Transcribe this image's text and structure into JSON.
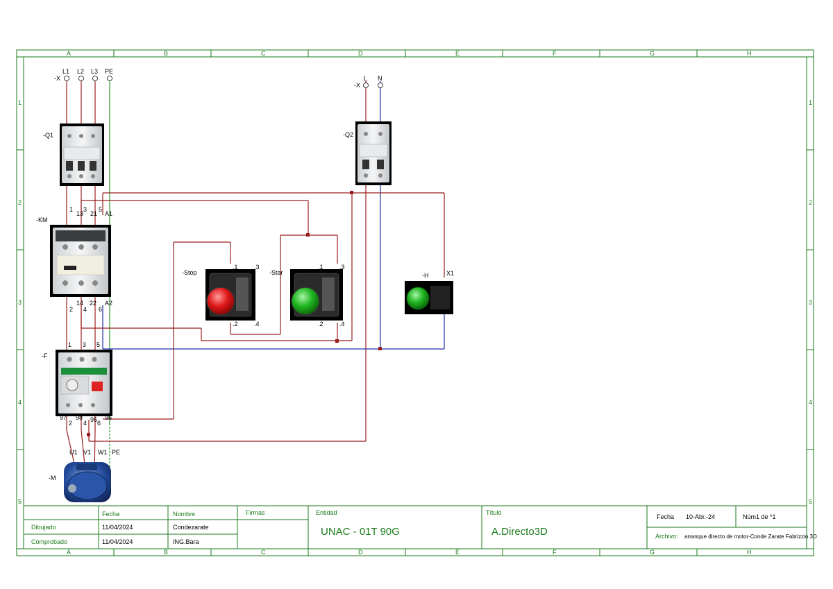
{
  "frame": {
    "columns": [
      "A",
      "B",
      "C",
      "D",
      "E",
      "F",
      "G",
      "H"
    ],
    "rows": [
      "1",
      "2",
      "3",
      "4",
      "5"
    ]
  },
  "terminals_3ph": {
    "tag": "-X",
    "labels": [
      "L1",
      "L2",
      "L3",
      "PE"
    ]
  },
  "terminals_ctrl": {
    "tag": "-X",
    "labels": [
      "L",
      "N"
    ]
  },
  "components": {
    "q1": "-Q1",
    "q2": "-Q2",
    "km": "-KM",
    "f": "-F",
    "m": "-M",
    "stop": "-Stop",
    "start": "-Star",
    "h": "-H",
    "h_terminal": "X1"
  },
  "km_pins_top": [
    "1",
    "13",
    "3",
    "21",
    "5",
    "A1"
  ],
  "km_pins_bottom": [
    "2",
    "14",
    "22",
    "4",
    "6",
    "A2"
  ],
  "f_pins_top": [
    "1",
    "3",
    "5"
  ],
  "f_pins_bottom": [
    "97",
    "98",
    "95",
    "96",
    "2",
    "4",
    "6"
  ],
  "button_pins": {
    "top": [
      ".1",
      ".3"
    ],
    "bottom": [
      ".2",
      ".4"
    ]
  },
  "motor_terminals": [
    "U1",
    "V1",
    "W1",
    "PE"
  ],
  "title_block": {
    "h_fecha": "Fecha",
    "h_nombre": "Nombre",
    "h_firmas": "Firmas",
    "h_entidad": "Entidad",
    "h_titulo": "Título",
    "dibujado": "Dibujado",
    "dibujado_fecha": "11/04/2024",
    "dibujado_nombre": "Condezarate",
    "comprobado": "Comprobado",
    "comprobado_fecha": "11/04/2024",
    "comprobado_nombre": "ING.Bara",
    "entidad": "UNAC - 01T 90G",
    "titulo": "A.Directo3D",
    "fecha_label": "Fecha",
    "fecha_value": "10-Abr.-24",
    "num": "Núm1 de *1",
    "archivo_label": "Archivo:",
    "archivo_value": "arranque directo de motor-Conde Zarate Fabrizzio 3D"
  },
  "colors": {
    "frame": "#1a7a1a",
    "power": "#9b1d1d",
    "neutral": "#1f2fa8",
    "earth": "#2e9a2e"
  }
}
